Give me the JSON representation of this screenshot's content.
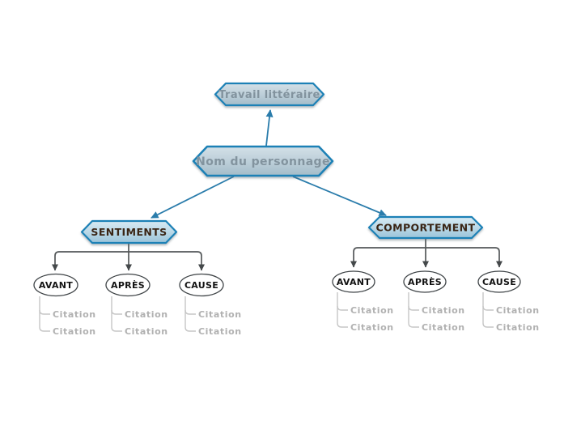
{
  "mindmap": {
    "root": {
      "label": "Travail littéraire"
    },
    "center": {
      "label": "Nom du personnage"
    },
    "branches": [
      {
        "label": "SENTIMENTS",
        "children": [
          {
            "label": "AVANT",
            "citations": [
              "Citation",
              "Citation"
            ]
          },
          {
            "label": "APRÈS",
            "citations": [
              "Citation",
              "Citation"
            ]
          },
          {
            "label": "CAUSE",
            "citations": [
              "Citation",
              "Citation"
            ]
          }
        ]
      },
      {
        "label": "COMPORTEMENT",
        "children": [
          {
            "label": "AVANT",
            "citations": [
              "Citation",
              "Citation"
            ]
          },
          {
            "label": "APRÈS",
            "citations": [
              "Citation",
              "Citation"
            ]
          },
          {
            "label": "CAUSE",
            "citations": [
              "Citation",
              "Citation"
            ]
          }
        ]
      }
    ],
    "colors": {
      "node_border": "#1d81b6",
      "node_fill_top": "#d7eaf3",
      "node_fill_bottom": "#9bc4d9",
      "root_text": "#82939e",
      "branch_text": "#3a2515",
      "leaf_text": "#121212",
      "citation_text": "#b1b1b1",
      "blue_link": "#2a7cab",
      "gray_link": "#54585a",
      "citation_link": "#c6c6c6",
      "background": "#ffffff"
    }
  }
}
